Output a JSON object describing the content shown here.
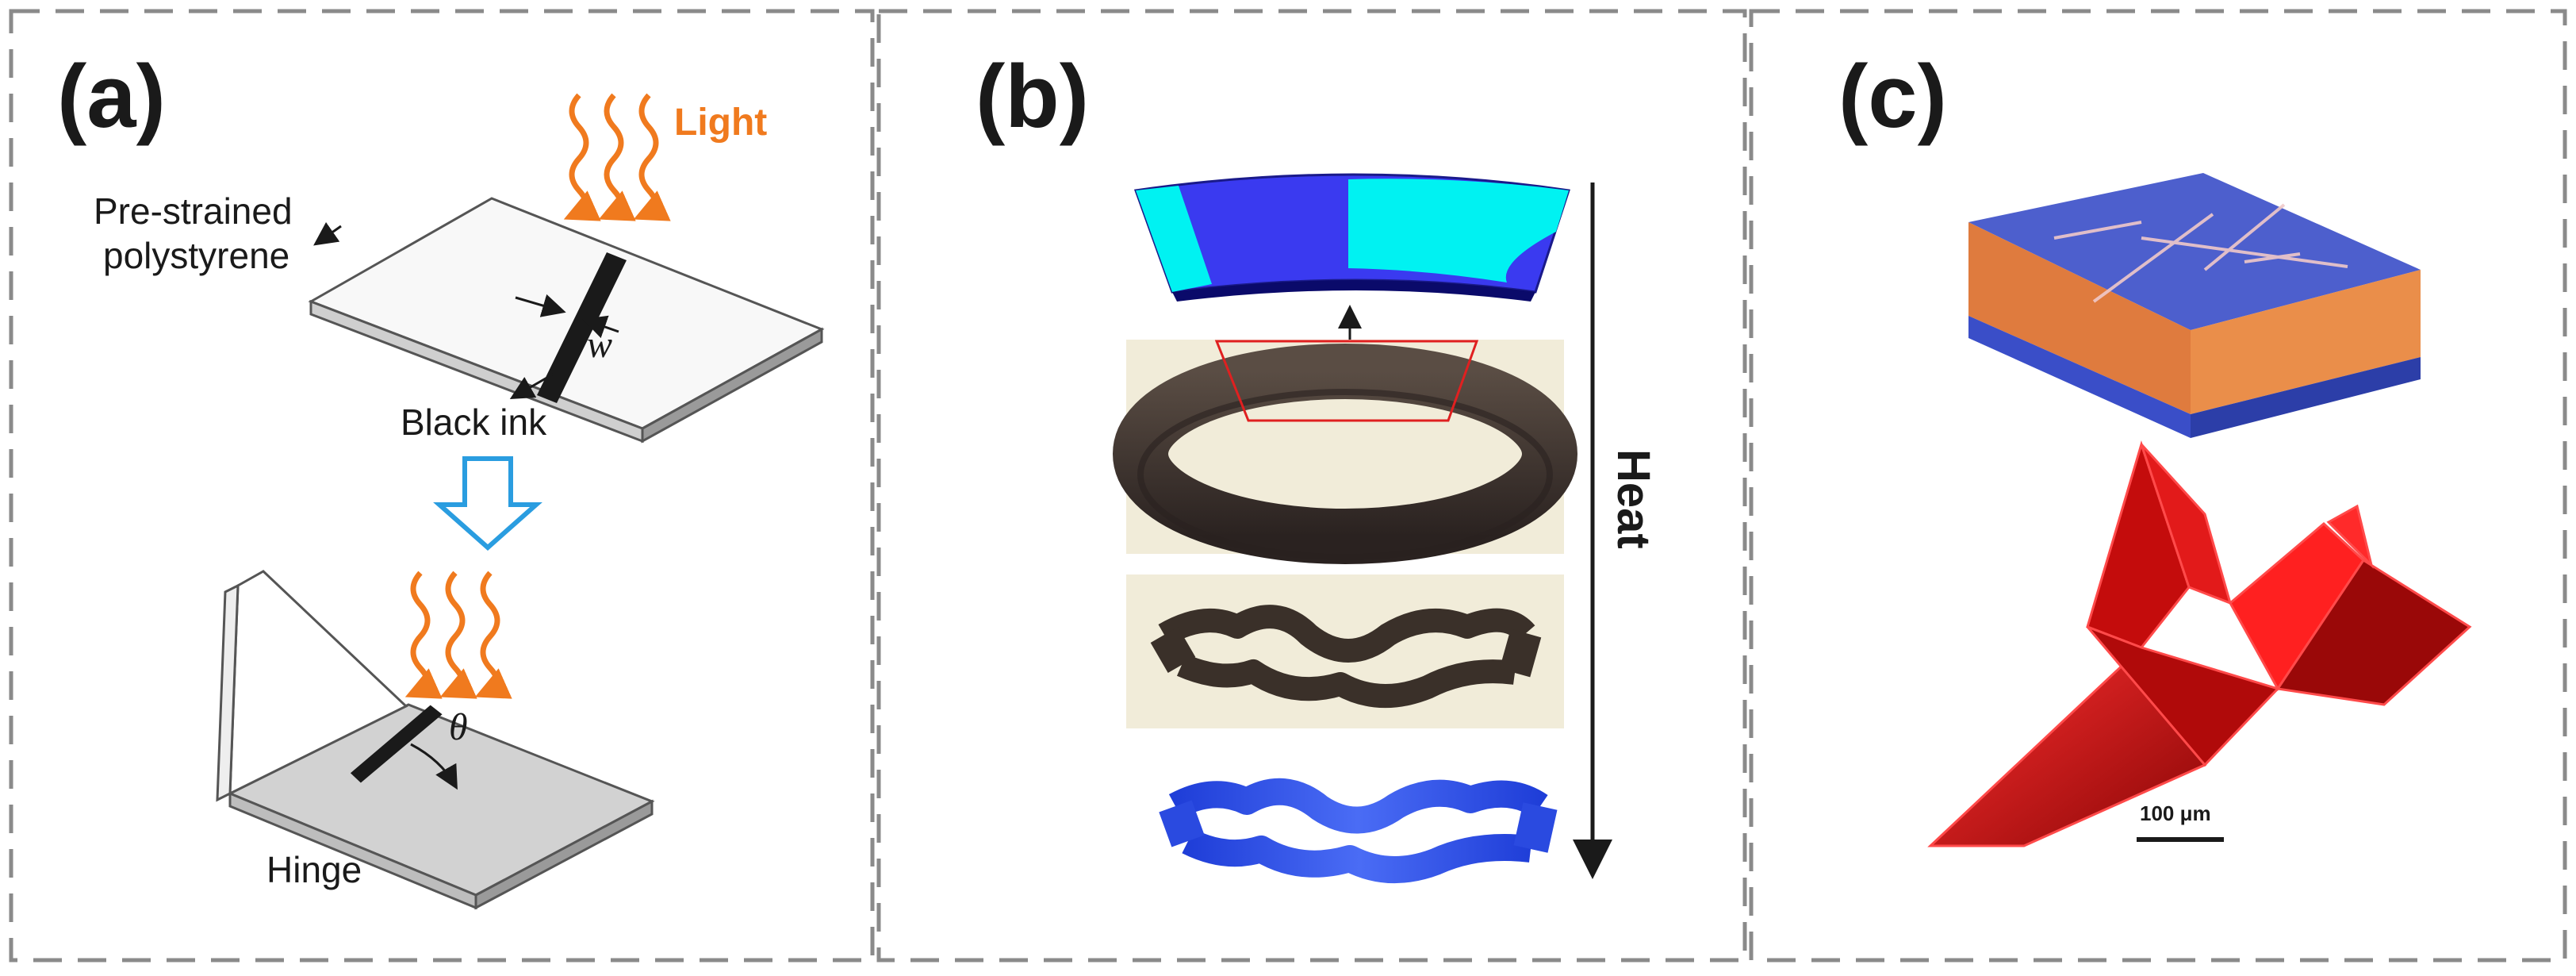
{
  "panels": {
    "a": {
      "label": "(a)",
      "light_label": "Light",
      "material_label_line1": "Pre-strained",
      "material_label_line2": "polystyrene",
      "width_symbol": "w",
      "ink_label": "Black ink",
      "angle_symbol": "θ",
      "hinge_label": "Hinge"
    },
    "b": {
      "label": "(b)",
      "heat_label": "Heat"
    },
    "c": {
      "label": "(c)",
      "scale_bar_label": "100 μm"
    }
  },
  "colors": {
    "border_dash": "#8a8a8a",
    "light_arrow": "#f07a1e",
    "down_arrow_outline": "#2a9de0",
    "ink": "#1a1a1a",
    "segment_blue": "#3a3af0",
    "segment_cyan": "#00f2f2",
    "ring_brown": "#3a3029",
    "photo_bg": "#f1ecd9",
    "bird_red": "#d41010",
    "box_blue": "#3a4ec8",
    "box_orange": "#d9641c"
  }
}
